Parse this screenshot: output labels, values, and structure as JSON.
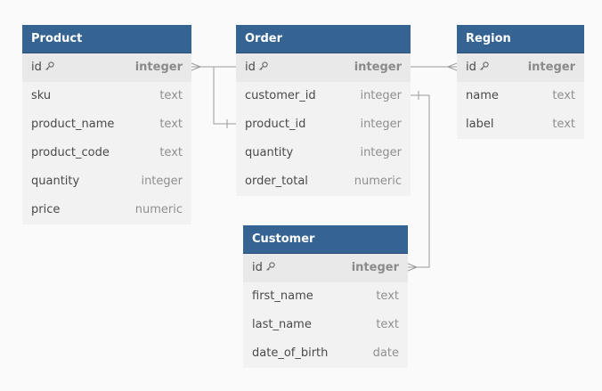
{
  "tables": [
    {
      "id": "product",
      "title": "Product",
      "columns": [
        {
          "name": "id",
          "type": "integer",
          "pk": true
        },
        {
          "name": "sku",
          "type": "text"
        },
        {
          "name": "product_name",
          "type": "text"
        },
        {
          "name": "product_code",
          "type": "text"
        },
        {
          "name": "quantity",
          "type": "integer"
        },
        {
          "name": "price",
          "type": "numeric"
        }
      ]
    },
    {
      "id": "order",
      "title": "Order",
      "columns": [
        {
          "name": "id",
          "type": "integer",
          "pk": true
        },
        {
          "name": "customer_id",
          "type": "integer"
        },
        {
          "name": "product_id",
          "type": "integer"
        },
        {
          "name": "quantity",
          "type": "integer"
        },
        {
          "name": "order_total",
          "type": "numeric"
        }
      ]
    },
    {
      "id": "region",
      "title": "Region",
      "columns": [
        {
          "name": "id",
          "type": "integer",
          "pk": true
        },
        {
          "name": "name",
          "type": "text"
        },
        {
          "name": "label",
          "type": "text"
        }
      ]
    },
    {
      "id": "customer",
      "title": "Customer",
      "columns": [
        {
          "name": "id",
          "type": "integer",
          "pk": true
        },
        {
          "name": "first_name",
          "type": "text"
        },
        {
          "name": "last_name",
          "type": "text"
        },
        {
          "name": "date_of_birth",
          "type": "date"
        }
      ]
    }
  ],
  "relationships": [
    {
      "from": "order.product_id",
      "to": "product.id",
      "from_end": "one",
      "to_end": "many"
    },
    {
      "from": "order.customer_id",
      "to": "customer.id",
      "from_end": "one",
      "to_end": "many"
    },
    {
      "from": "order.id",
      "to": "region.id",
      "from_end": "one",
      "to_end": "many"
    }
  ],
  "colors": {
    "header": "#356492",
    "body": "#f2f2f2",
    "pk_row": "#e9e9e9",
    "connector": "#9a9a9a",
    "background": "#fafafa"
  },
  "icons": {
    "primary_key": "key-icon"
  }
}
